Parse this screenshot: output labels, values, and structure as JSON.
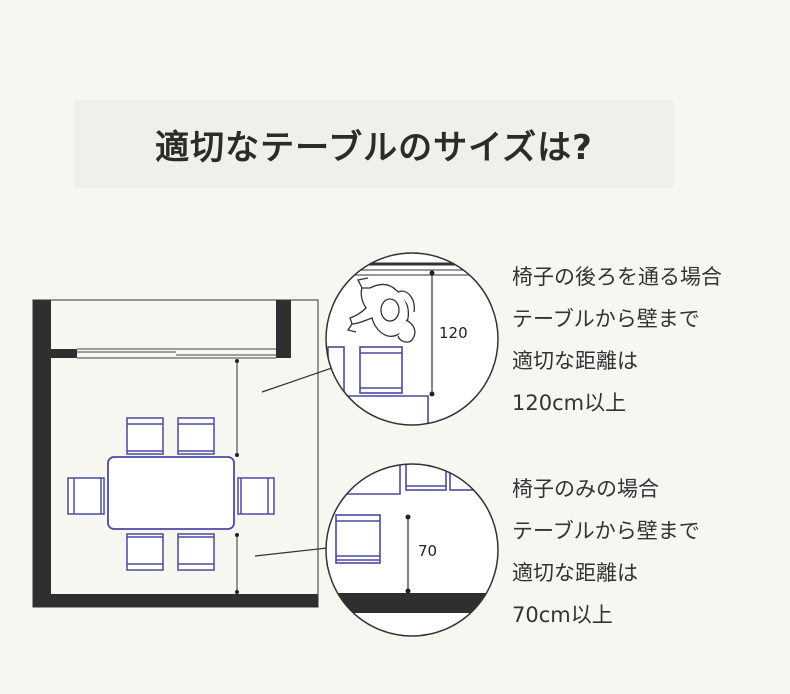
{
  "title": "適切なテーブルのサイズは?",
  "zoom_top": {
    "dimension_label": "120",
    "note_lines": [
      "椅子の後ろを通る場合",
      "テーブルから壁まで",
      "適切な距離は",
      "120cm以上"
    ]
  },
  "zoom_bottom": {
    "dimension_label": "70",
    "note_lines": [
      "椅子のみの場合",
      "テーブルから壁まで",
      "適切な距離は",
      "70cm以上"
    ]
  },
  "colors": {
    "background": "#f8f6f1",
    "title_box": "#f1efe9",
    "wall": "#2f2f2f",
    "furniture": "#4a4aa0",
    "line": "#333333"
  },
  "icons": [
    "person-icon",
    "chair-icon",
    "table-icon"
  ]
}
